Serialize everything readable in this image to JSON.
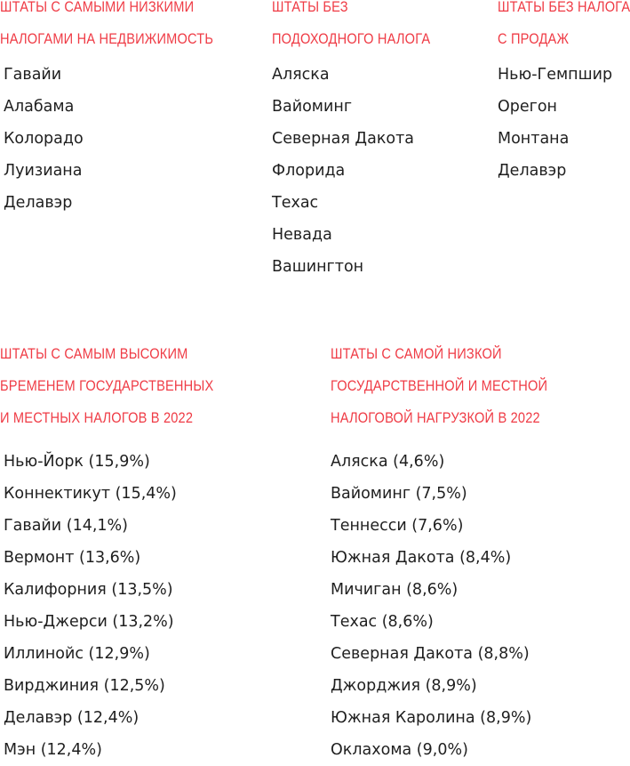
{
  "lowest_property_tax": {
    "heading_lines": [
      "Штаты с самыми низкими",
      "налогами на недвижимость"
    ],
    "items": [
      "Гавайи",
      "Алабама",
      "Колорадо",
      "Луизиана",
      "Делавэр"
    ]
  },
  "no_income_tax": {
    "heading_lines": [
      "Штаты без",
      "подоходного налога"
    ],
    "items": [
      "Аляска",
      "Вайоминг",
      "Северная Дакота",
      "Флорида",
      "Техас",
      "Невада",
      "Вашингтон"
    ]
  },
  "no_sales_tax": {
    "heading_lines": [
      "Штаты без налога",
      "с продаж"
    ],
    "items": [
      "Нью-Гемпшир",
      "Орегон",
      "Монтана",
      "Делавэр"
    ]
  },
  "highest_burden_2022": {
    "heading_lines": [
      "Штаты с самым высоким",
      "бременем государственных",
      "и местных налогов в 2022"
    ],
    "items": [
      "Нью-Йорк (15,9%)",
      "Коннектикут (15,4%)",
      "Гавайи (14,1%)",
      "Вермонт (13,6%)",
      "Калифорния (13,5%)",
      "Нью-Джерси (13,2%)",
      "Иллинойс (12,9%)",
      "Вирджиния (12,5%)",
      "Делавэр (12,4%)",
      "Мэн (12,4%)"
    ]
  },
  "lowest_burden_2022": {
    "heading_lines": [
      "Штаты с самой низкой",
      "государственной и местной",
      "налоговой нагрузкой в 2022"
    ],
    "items": [
      "Аляска (4,6%)",
      "Вайоминг (7,5%)",
      "Теннесси (7,6%)",
      "Южная Дакота (8,4%)",
      "Мичиган (8,6%)",
      "Техас (8,6%)",
      "Северная Дакота (8,8%)",
      "Джорджия (8,9%)",
      "Южная  Каролина (8,9%)",
      "Оклахома (9,0%)"
    ]
  },
  "colors": {
    "heading": "#ef3b45",
    "text": "#1f1f1f",
    "background": "#ffffff"
  }
}
